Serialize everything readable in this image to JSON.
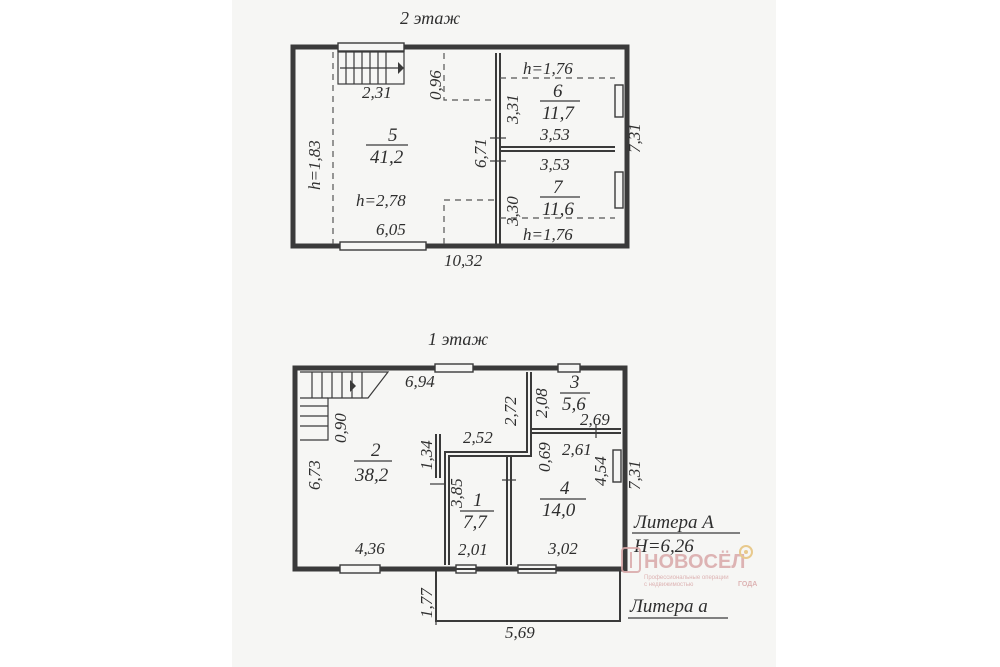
{
  "floor2": {
    "title": "2 этаж",
    "overall_width": "10,32",
    "overall_depth": "7,31",
    "left_wall_height": "h=1,83",
    "room5": {
      "number": "5",
      "area": "41,2",
      "height": "h=2,78",
      "width": "6,05",
      "depth": "6,71"
    },
    "stair_width": "2,31",
    "stair_depth": "0,96",
    "room6": {
      "number": "6",
      "area": "11,7",
      "height": "h=1,76",
      "width": "3,53",
      "depth": "3,31"
    },
    "room7": {
      "number": "7",
      "area": "11,6",
      "height": "h=1,76",
      "width": "3,53",
      "depth": "3,30"
    }
  },
  "floor1": {
    "title": "1 этаж",
    "overall_width": "5,69",
    "overall_depth": "7,31",
    "room2": {
      "number": "2",
      "area": "38,2",
      "width_top": "6,94",
      "width_bottom": "4,36",
      "depth": "6,73"
    },
    "stair_depth": "0,90",
    "partition_2_52": "2,52",
    "partition_1_34": "1,34",
    "partition_2_72": "2,72",
    "room1": {
      "number": "1",
      "area": "7,7",
      "width": "2,01",
      "depth": "3,85"
    },
    "room3": {
      "number": "3",
      "area": "5,6",
      "width": "2,69",
      "depth": "2,08"
    },
    "room4": {
      "number": "4",
      "area": "14,0",
      "width_top": "2,61",
      "width_bottom": "3,02",
      "depth": "4,54",
      "offset": "0,69"
    },
    "porch_depth": "1,77"
  },
  "legend": {
    "litera_A": "Литера А",
    "height": "Н=6,26",
    "litera_a": "Литера а"
  },
  "watermark": {
    "brand": "НОВОСЁЛ",
    "tagline1": "Профессиональные операции",
    "tagline2": "с недвижимостью",
    "award": "ГОДА"
  }
}
